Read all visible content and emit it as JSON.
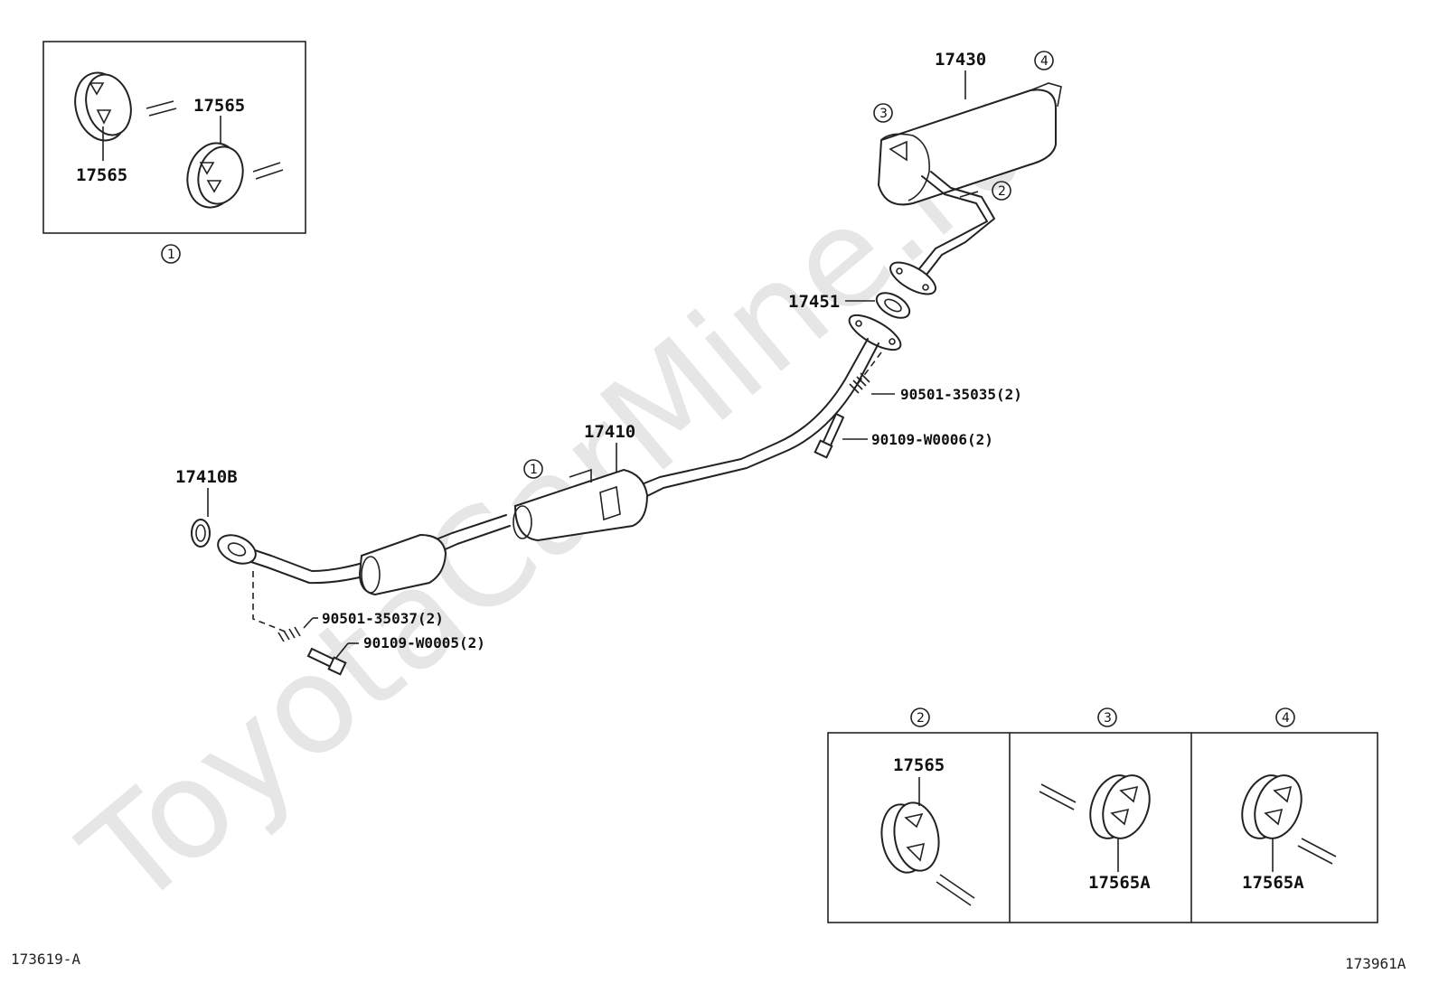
{
  "watermark": "ToyotaCarMine.ru",
  "callouts": {
    "c1": "1",
    "c2": "2",
    "c3": "3",
    "c4": "4"
  },
  "labels": {
    "muffler": "17430",
    "gasket_mid": "17451",
    "spring_upper": "90501-35035(2)",
    "bolt_upper": "90109-W0006(2)",
    "front_pipe": "17410",
    "front_gasket": "17410B",
    "spring_lower": "90501-35037(2)",
    "bolt_lower": "90109-W0005(2)",
    "box1_top": "17565",
    "box1_bottom": "17565",
    "box2": "17565",
    "box3": "17565A",
    "box4": "17565A"
  },
  "footer": {
    "left_code": "173619-A",
    "right_code": "173961A"
  }
}
